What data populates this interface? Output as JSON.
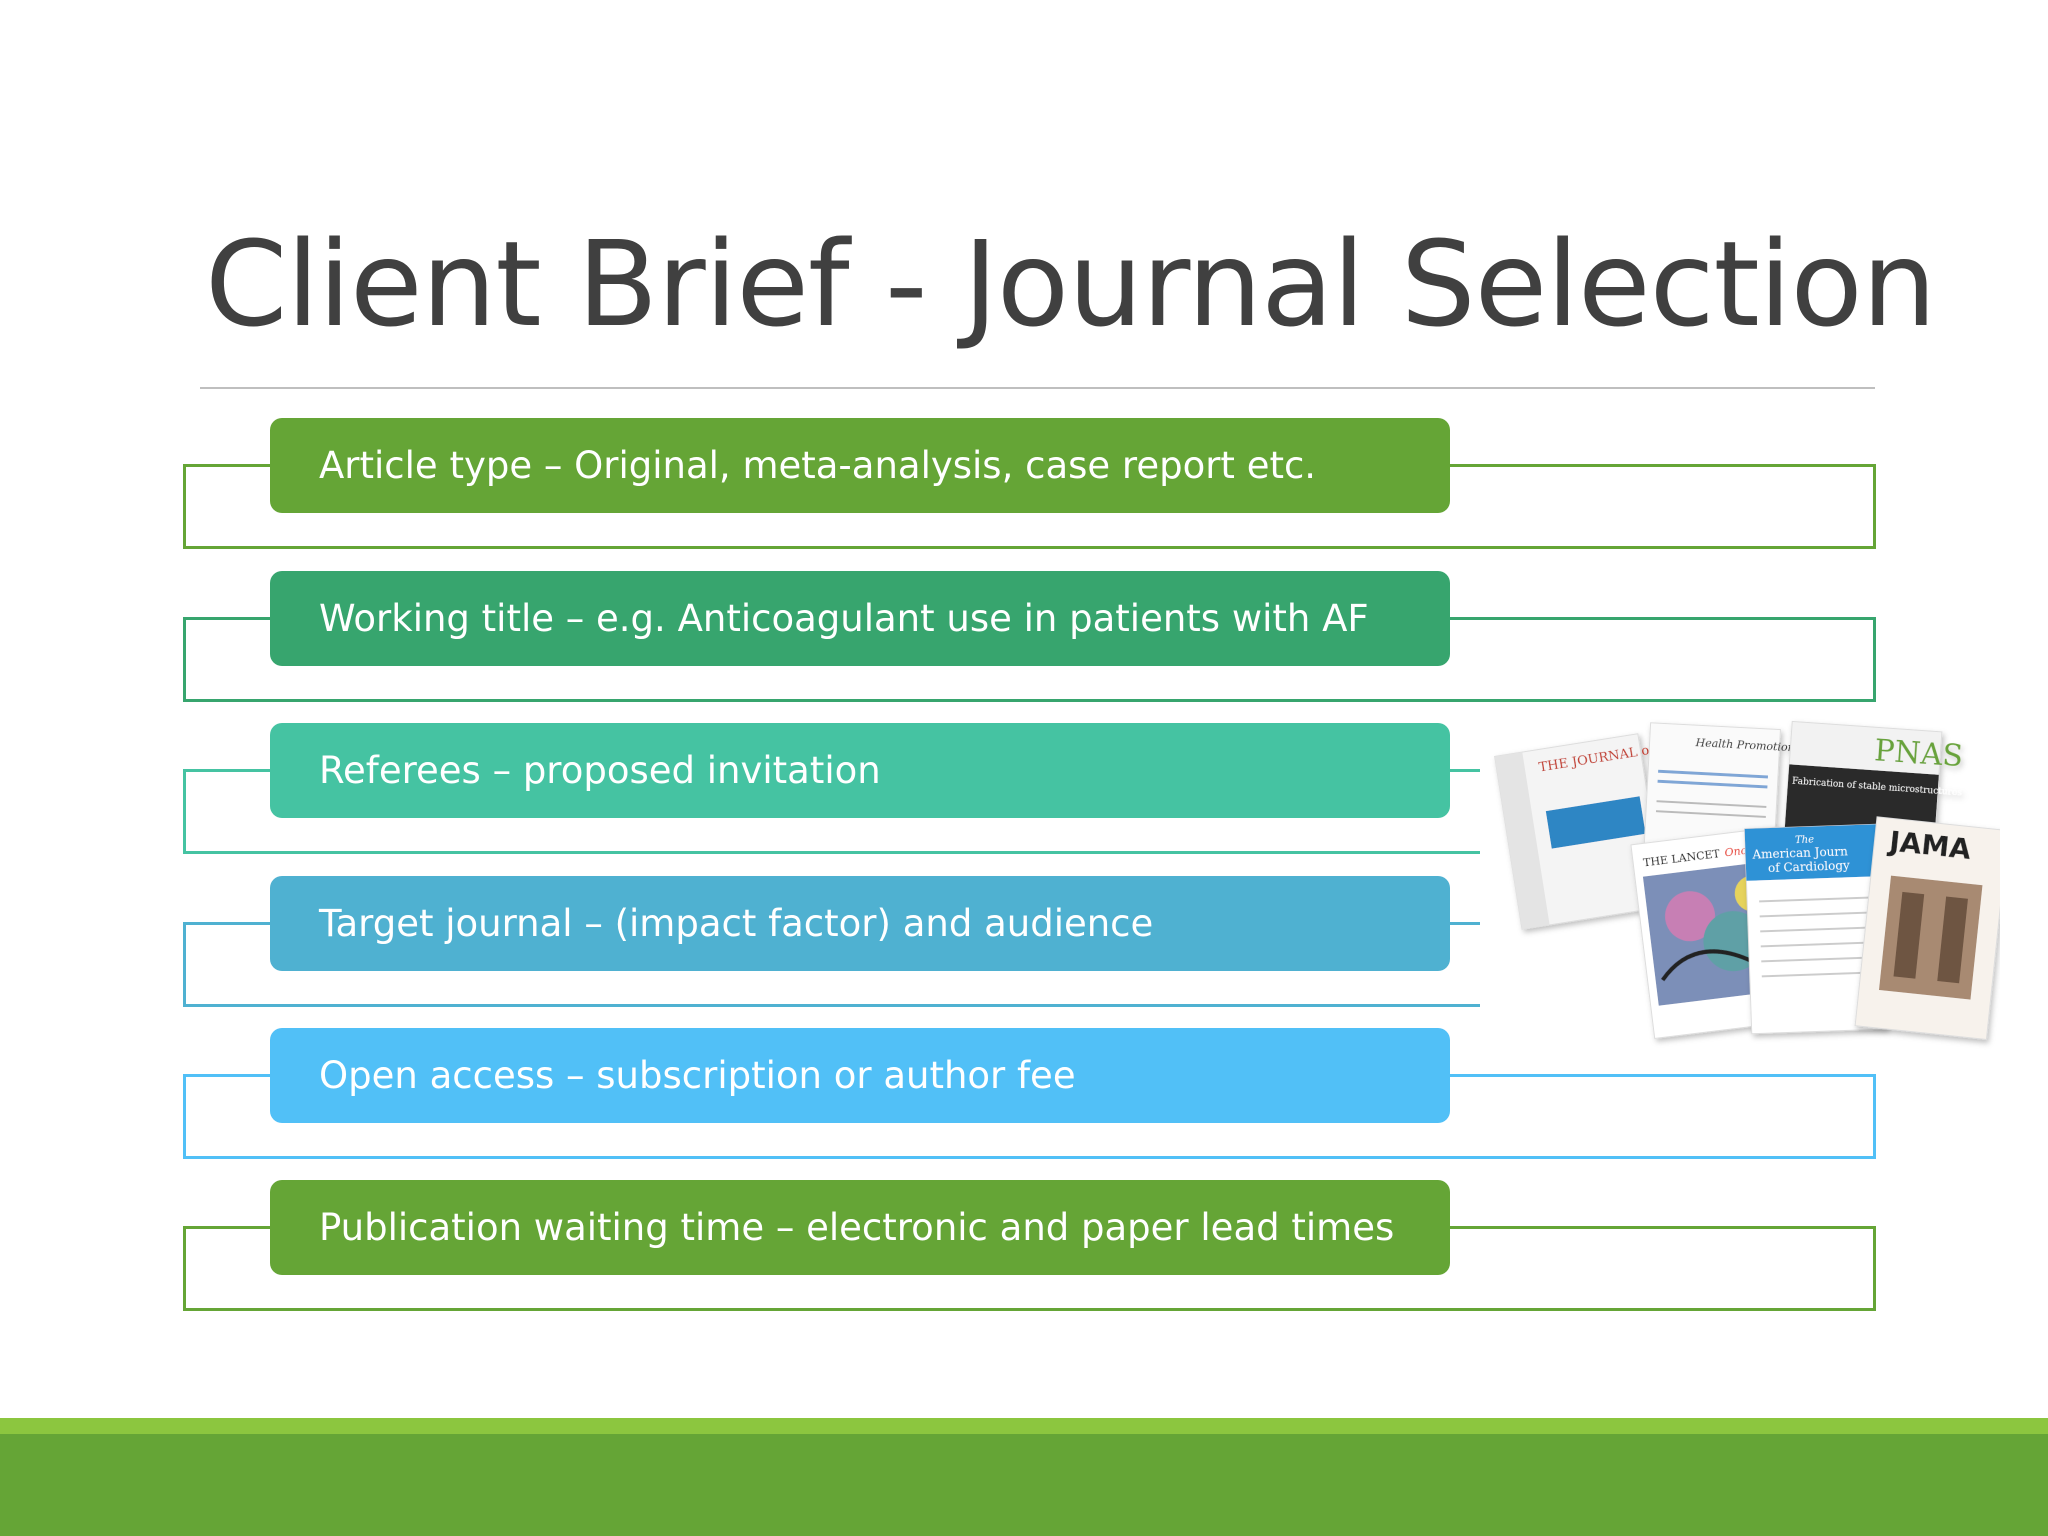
{
  "slide": {
    "title": "Client Brief - Journal Selection",
    "items": [
      {
        "label": "Article type – Original, meta-analysis, case report etc.",
        "color": "#65a536"
      },
      {
        "label": "Working title – e.g. Anticoagulant use in patients with AF",
        "color": "#37a56e"
      },
      {
        "label": "Referees – proposed invitation",
        "color": "#45c3a2"
      },
      {
        "label": "Target journal – (impact factor) and audience",
        "color": "#4fb1d1"
      },
      {
        "label": "Open access – subscription or author fee",
        "color": "#51c0f7"
      },
      {
        "label": "Publication waiting time – electronic and paper lead times",
        "color": "#65a536"
      }
    ],
    "journal_covers": {
      "cover_urology": "THE JOURNAL of UROLOGY",
      "cover_health": "Health Promotion",
      "cover_pnas": "PNAS",
      "cover_pnas_sub": "Fabrication of stable microstructures",
      "cover_lancet": "THE LANCET",
      "cover_lancet_sub": "Oncology",
      "cover_ajc_1": "The",
      "cover_ajc_2": "American Journ",
      "cover_ajc_3": "of Cardiology",
      "cover_jama": "JAMA"
    },
    "footer_colors": {
      "light": "#8cc63f",
      "dark": "#65a536"
    }
  }
}
